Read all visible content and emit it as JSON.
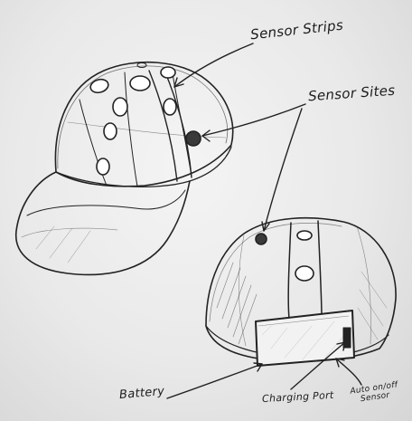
{
  "labels": {
    "sensor_strips": "Sensor Strips",
    "sensor_sites": "Sensor Sites",
    "battery": "Battery",
    "charging_port": "Charging Port",
    "auto_sensor_line1": "Auto on/off",
    "auto_sensor_line2": "Sensor"
  },
  "colors": {
    "paper": "#ececec",
    "ink": "#1c1c1c"
  }
}
